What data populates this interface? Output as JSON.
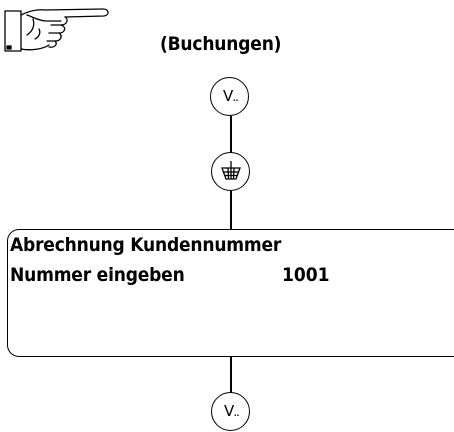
{
  "heading": "(Buchungen)",
  "icons": {
    "pointer": "pointing-hand-icon",
    "tare": "tare-icon"
  },
  "keys": {
    "top_label": "V",
    "top_dots": "..",
    "bottom_label": "V",
    "bottom_dots": ".."
  },
  "display": {
    "line1": "Abrechnung Kundennummer",
    "line2_label": "Nummer eingeben",
    "line2_value": "1001"
  }
}
